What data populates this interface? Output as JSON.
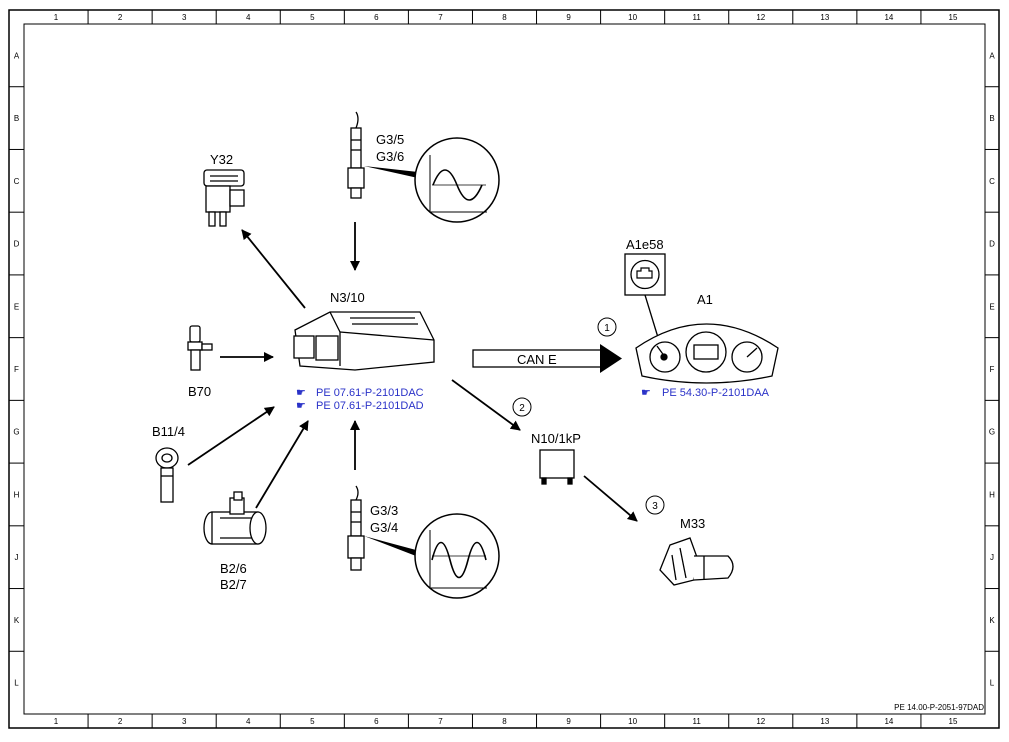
{
  "grid": {
    "columns": [
      "1",
      "2",
      "3",
      "4",
      "5",
      "6",
      "7",
      "8",
      "9",
      "10",
      "11",
      "12",
      "13",
      "14",
      "15"
    ],
    "rows": [
      "A",
      "B",
      "C",
      "D",
      "E",
      "F",
      "G",
      "H",
      "J",
      "K",
      "L"
    ]
  },
  "components": {
    "ecu": "N3/10",
    "purge_valve": "Y32",
    "o2_sensor_upper_1": "G3/5",
    "o2_sensor_upper_2": "G3/6",
    "o2_sensor_lower_1": "G3/3",
    "o2_sensor_lower_2": "G3/4",
    "pressure_sensor": "B70",
    "temp_sensor": "B11/4",
    "maf_sensor_1": "B2/6",
    "maf_sensor_2": "B2/7",
    "instrument_cluster": "A1",
    "check_engine_lamp": "A1e58",
    "relay": "N10/1kP",
    "fuel_pump": "M33"
  },
  "bus": {
    "label": "CAN E"
  },
  "steps": [
    "1",
    "2",
    "3"
  ],
  "references": {
    "ecu_ref_1": "PE 07.61-P-2101DAC",
    "ecu_ref_2": "PE 07.61-P-2101DAD",
    "cluster_ref": "PE 54.30-P-2101DAA"
  },
  "document_id": "PE 14.00-P-2051-97DAD",
  "colors": {
    "reference_text": "#2a32c8",
    "line": "#000000"
  }
}
